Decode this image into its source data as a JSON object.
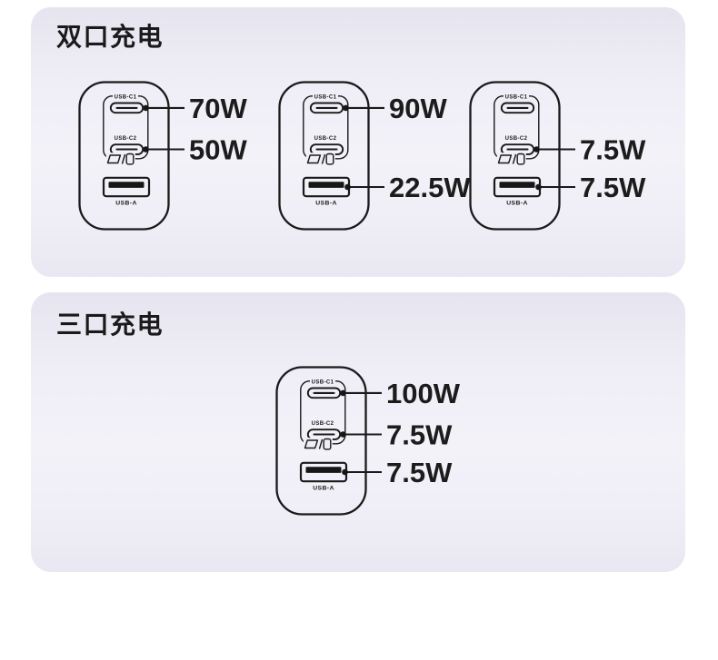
{
  "page": {
    "background": "#ffffff"
  },
  "colors": {
    "panel_gradient_top": "#e6e4ef",
    "panel_gradient_mid": "#f3f2f9",
    "panel_gradient_bottom": "#e9e7f1",
    "ink": "#1a1a1a"
  },
  "icons": {
    "device_compatibility": [
      "laptop-icon",
      "phone-icon"
    ],
    "separator": "/"
  },
  "panels": [
    {
      "title": "双口充电",
      "chargers": [
        {
          "ports": [
            {
              "label": "USB-C1",
              "power": "70W"
            },
            {
              "label": "USB-C2",
              "power": "50W"
            },
            {
              "label": "USB-A",
              "power": ""
            }
          ]
        },
        {
          "ports": [
            {
              "label": "USB-C1",
              "power": "90W"
            },
            {
              "label": "USB-C2",
              "power": ""
            },
            {
              "label": "USB-A",
              "power": "22.5W"
            }
          ]
        },
        {
          "ports": [
            {
              "label": "USB-C1",
              "power": ""
            },
            {
              "label": "USB-C2",
              "power": "7.5W"
            },
            {
              "label": "USB-A",
              "power": "7.5W"
            }
          ]
        }
      ]
    },
    {
      "title": "三口充电",
      "chargers": [
        {
          "ports": [
            {
              "label": "USB-C1",
              "power": "100W"
            },
            {
              "label": "USB-C2",
              "power": "7.5W"
            },
            {
              "label": "USB-A",
              "power": "7.5W"
            }
          ]
        }
      ]
    }
  ]
}
